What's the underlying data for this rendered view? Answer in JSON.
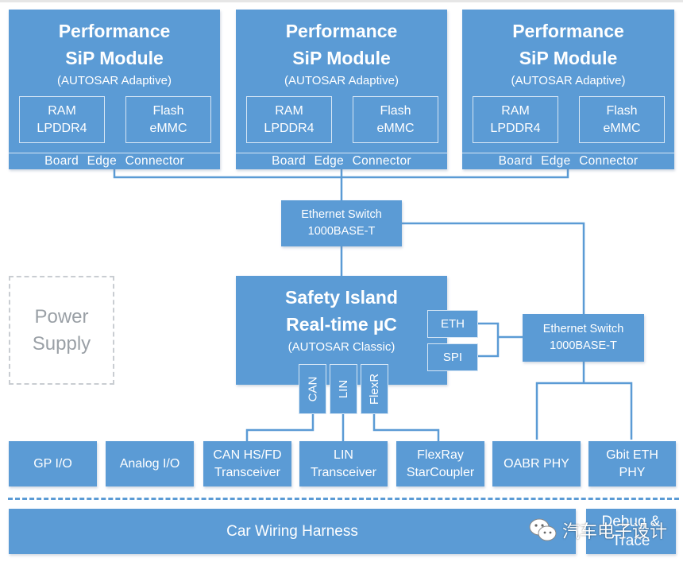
{
  "diagram": {
    "sip_modules": [
      {
        "title_line1": "Performance",
        "title_line2": "SiP Module",
        "subtitle": "(AUTOSAR Adaptive)",
        "ram_line1": "RAM",
        "ram_line2": "LPDDR4",
        "flash_line1": "Flash",
        "flash_line2": "eMMC",
        "connector": "Board Edge Connector"
      },
      {
        "title_line1": "Performance",
        "title_line2": "SiP Module",
        "subtitle": "(AUTOSAR Adaptive)",
        "ram_line1": "RAM",
        "ram_line2": "LPDDR4",
        "flash_line1": "Flash",
        "flash_line2": "eMMC",
        "connector": "Board Edge Connector"
      },
      {
        "title_line1": "Performance",
        "title_line2": "SiP Module",
        "subtitle": "(AUTOSAR Adaptive)",
        "ram_line1": "RAM",
        "ram_line2": "LPDDR4",
        "flash_line1": "Flash",
        "flash_line2": "eMMC",
        "connector": "Board Edge Connector"
      }
    ],
    "ethernet_switch_main": {
      "line1": "Ethernet Switch",
      "line2": "1000BASE-T"
    },
    "ethernet_switch_secondary": {
      "line1": "Ethernet Switch",
      "line2": "1000BASE-T"
    },
    "safety_island": {
      "line1": "Safety Island",
      "line2": "Real-time µC",
      "subtitle": "(AUTOSAR Classic)"
    },
    "ports": {
      "eth": "ETH",
      "spi": "SPI",
      "can": "CAN",
      "lin": "LIN",
      "flexr": "FlexR"
    },
    "power_supply": {
      "line1": "Power",
      "line2": "Supply"
    },
    "peripherals": [
      {
        "line1": "GP I/O",
        "line2": ""
      },
      {
        "line1": "Analog I/O",
        "line2": ""
      },
      {
        "line1": "CAN HS/FD",
        "line2": "Transceiver"
      },
      {
        "line1": "LIN",
        "line2": "Transceiver"
      },
      {
        "line1": "FlexRay",
        "line2": "StarCoupler"
      },
      {
        "line1": "OABR PHY",
        "line2": ""
      },
      {
        "line1": "Gbit ETH",
        "line2": "PHY"
      }
    ],
    "harness": "Car Wiring Harness",
    "debug": {
      "line1": "Debug &",
      "line2": "Trace"
    },
    "colors": {
      "block": "#5b9bd5",
      "inner_border": "#d6e6f5",
      "power_border": "#c9cdd2",
      "power_text": "#9aa0a6"
    }
  },
  "watermark": {
    "icon": "wechat-icon",
    "text": "汽车电子设计"
  }
}
